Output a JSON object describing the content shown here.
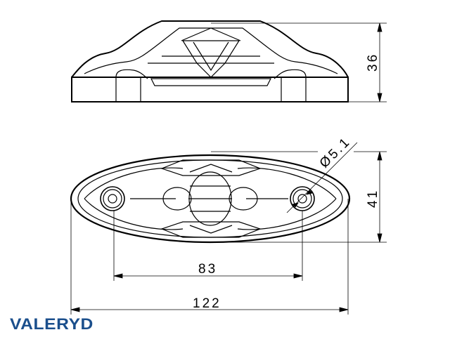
{
  "brand": {
    "name": "VALERYD",
    "color": "#1b4f8c"
  },
  "dimensions": {
    "height_side": "36",
    "width_top": "41",
    "hole_spacing": "83",
    "overall_length": "122",
    "hole_diameter": "Ø5.1"
  }
}
